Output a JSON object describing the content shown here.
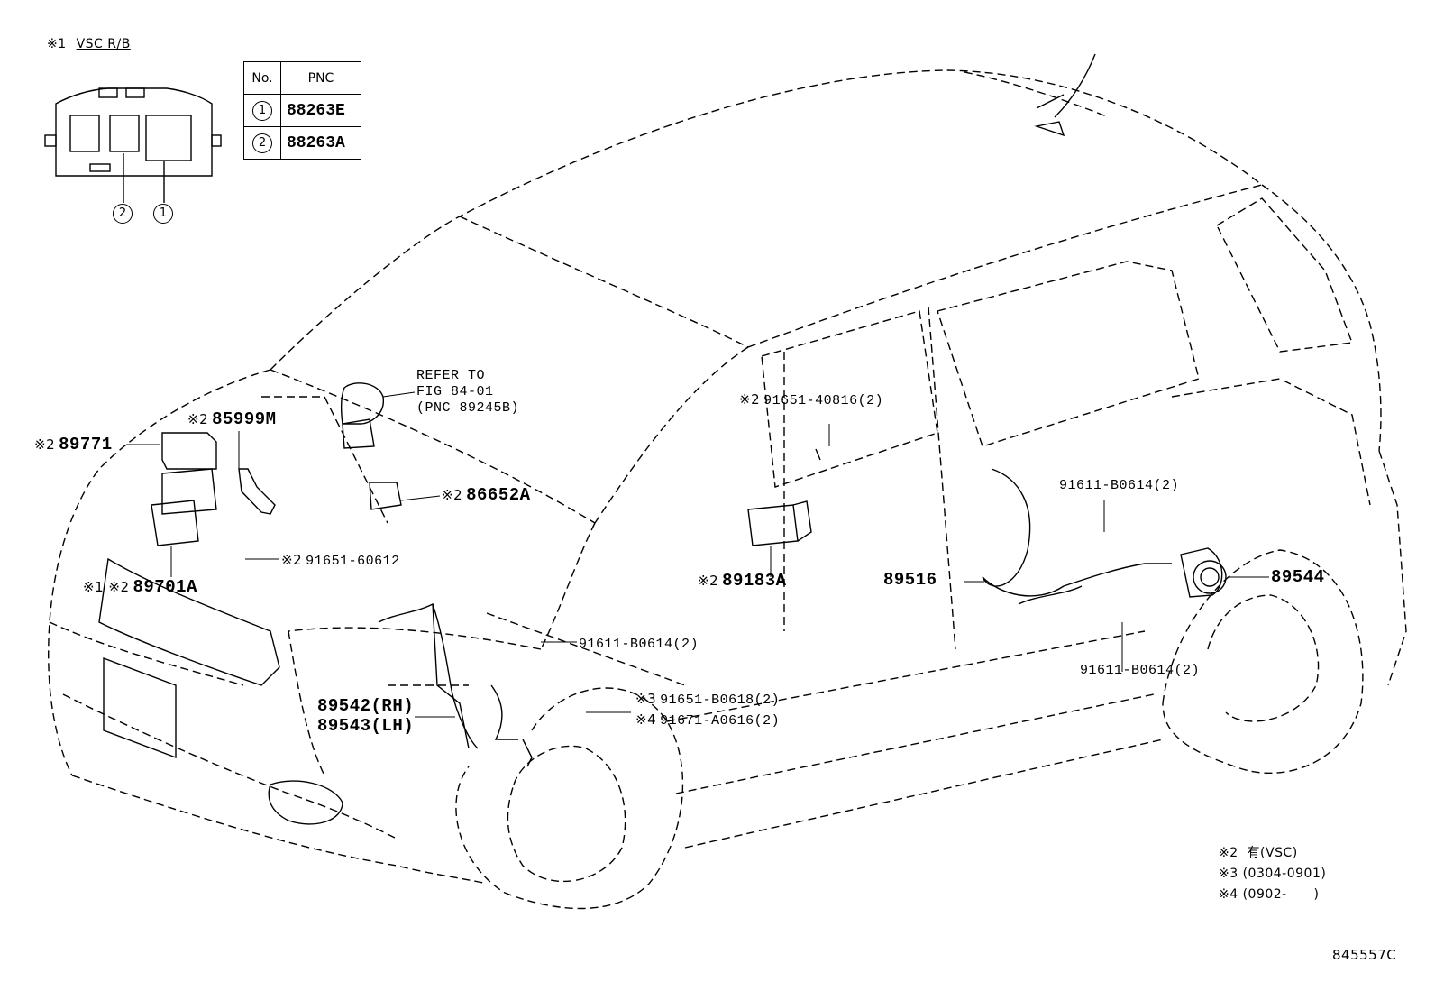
{
  "inset": {
    "mark": "※1",
    "title": "VSC R/B",
    "callouts": [
      "2",
      "1"
    ]
  },
  "pnc_table": {
    "headers": [
      "No.",
      "PNC"
    ],
    "rows": [
      {
        "no": "1",
        "pnc": "88263E"
      },
      {
        "no": "2",
        "pnc": "88263A"
      }
    ]
  },
  "labels": {
    "refer": [
      "REFER TO",
      "FIG 84-01",
      "(PNC 89245B)"
    ],
    "p89771": {
      "mark": "※2",
      "code": "89771"
    },
    "p85999m": {
      "mark": "※2",
      "code": "85999M"
    },
    "p86652a": {
      "mark": "※2",
      "code": "86652A"
    },
    "p9165160612": {
      "mark": "※2",
      "code": "91651-60612"
    },
    "p89701a": {
      "mark": "※1 ※2",
      "code": "89701A"
    },
    "p9165140816": {
      "mark": "※2",
      "code": "91651-40816(2)"
    },
    "p89183a": {
      "mark": "※2",
      "code": "89183A"
    },
    "p91611_top": "91611-B0614(2)",
    "p89516": "89516",
    "p89544": "89544",
    "p91611_mid": "91611-B0614(2)",
    "p91611_right": "91611-B0614(2)",
    "p89542": "89542(RH)",
    "p89543": "89543(LH)",
    "p91651b": {
      "mark": "※3",
      "code": "91651-B0618(2)"
    },
    "p91671a": {
      "mark": "※4",
      "code": "91671-A0616(2)"
    }
  },
  "legend": [
    {
      "mark": "※2",
      "text": "有(VSC)"
    },
    {
      "mark": "※3",
      "text": "(0304-0901)"
    },
    {
      "mark": "※4",
      "text": "(0902-      )"
    }
  ],
  "figure_id": "845557C"
}
